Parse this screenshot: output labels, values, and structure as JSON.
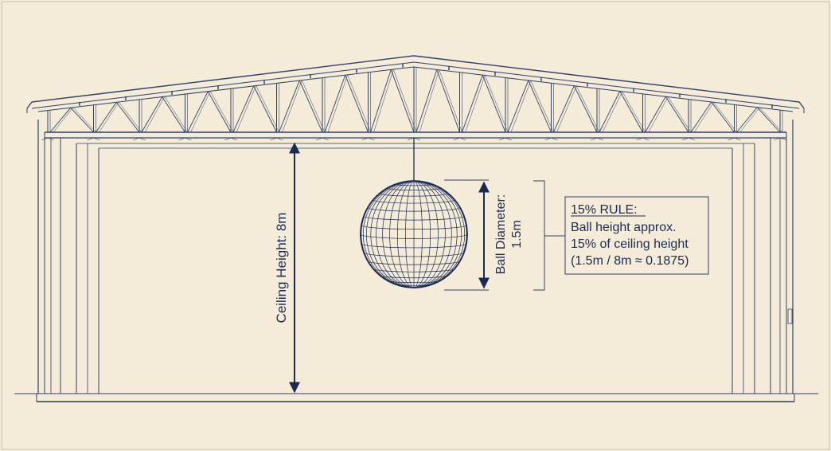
{
  "labels": {
    "ceiling_height": "Ceiling Height: 8m",
    "ball_diameter_line1": "Ball Diameter:",
    "ball_diameter_line2": "1.5m"
  },
  "rule_box": {
    "title": "15% RULE:",
    "line1": "Ball height approx.",
    "line2": "15% of ceiling height",
    "line3": "(1.5m / 8m ≈ 0.1875)"
  },
  "colors": {
    "paper": "#f4ecd8",
    "ink": "#2e3f6a",
    "ink_dark": "#1b2a55"
  }
}
